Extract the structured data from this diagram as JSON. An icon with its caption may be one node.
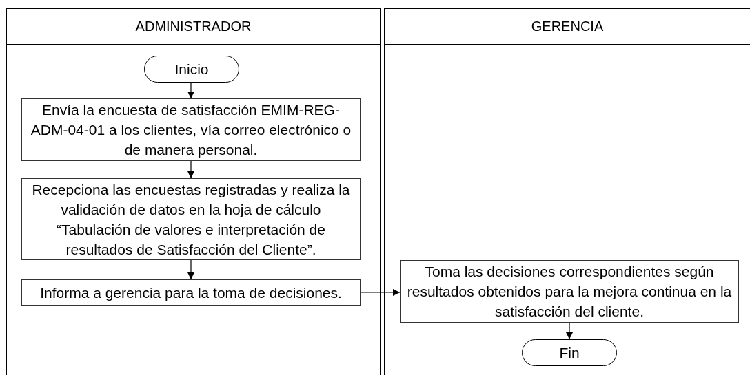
{
  "diagram": {
    "nodes": [
      {
        "text": [
          "ADMINISTRADOR"
        ]
      },
      {
        "text": [
          "Inicio"
        ],
        "in": 0
      },
      {
        "text": [
          "Envía la encuesta de satisfacción EMIM-REG-ADM-04-01 a los clientes, vía correo electrónico o de manera personal."
        ],
        "in": 0
      },
      {
        "text": [
          "Recepciona las encuestas registradas y realiza la validación de datos en la hoja de cálculo “Tabulación de valores e interpretación de resultados de Satisfacción del Cliente”."
        ],
        "in": 0
      },
      {
        "text": [
          "Informa a gerencia para la toma de decisiones."
        ],
        "in": 0
      },
      {
        "text": [
          "GERENCIA"
        ]
      },
      {
        "text": [
          "Toma las decisiones correspondientes según resultados obtenidos para la mejora continua en la satisfacción del cliente."
        ],
        "in": 5
      },
      {
        "text": [
          "Fin"
        ],
        "in": 5
      }
    ],
    "edges": [
      {
        "from": 1,
        "to": 2,
        "arrow": "to"
      },
      {
        "from": 2,
        "to": 3,
        "arrow": "to"
      },
      {
        "from": 3,
        "to": 4,
        "arrow": "to"
      },
      {
        "from": 4,
        "to": 6,
        "arrow": "to"
      },
      {
        "from": 6,
        "to": 7,
        "arrow": "to"
      }
    ]
  }
}
